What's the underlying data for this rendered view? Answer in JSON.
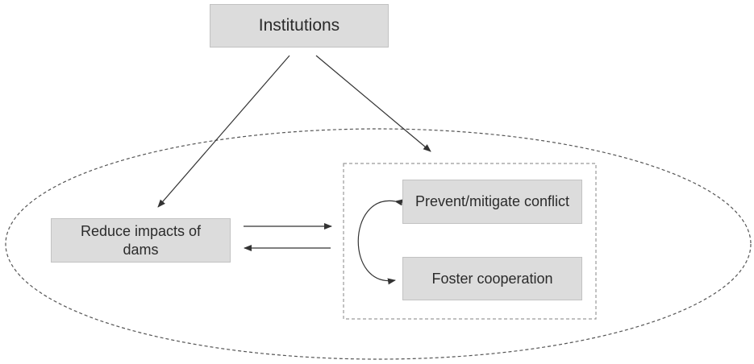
{
  "diagram": {
    "nodes": {
      "institutions": "Institutions",
      "reduce_impacts": "Reduce impacts of dams",
      "prevent_conflict": "Prevent/mitigate conflict",
      "foster_cooperation": "Foster cooperation"
    },
    "edges": [
      {
        "from": "institutions",
        "to": "reduce_impacts"
      },
      {
        "from": "institutions",
        "to": "outcome-group"
      },
      {
        "from": "reduce_impacts",
        "to": "outcome-group"
      },
      {
        "from": "outcome-group",
        "to": "reduce_impacts"
      },
      {
        "from": "foster_cooperation",
        "to": "prevent_conflict"
      },
      {
        "from": "prevent_conflict",
        "to": "foster_cooperation"
      }
    ]
  },
  "colors": {
    "box_fill": "#dcdcdc",
    "box_border": "#c2c2c2",
    "arrow": "#333333",
    "dashed_line": "#555555",
    "group_border": "#9a9a9a"
  }
}
